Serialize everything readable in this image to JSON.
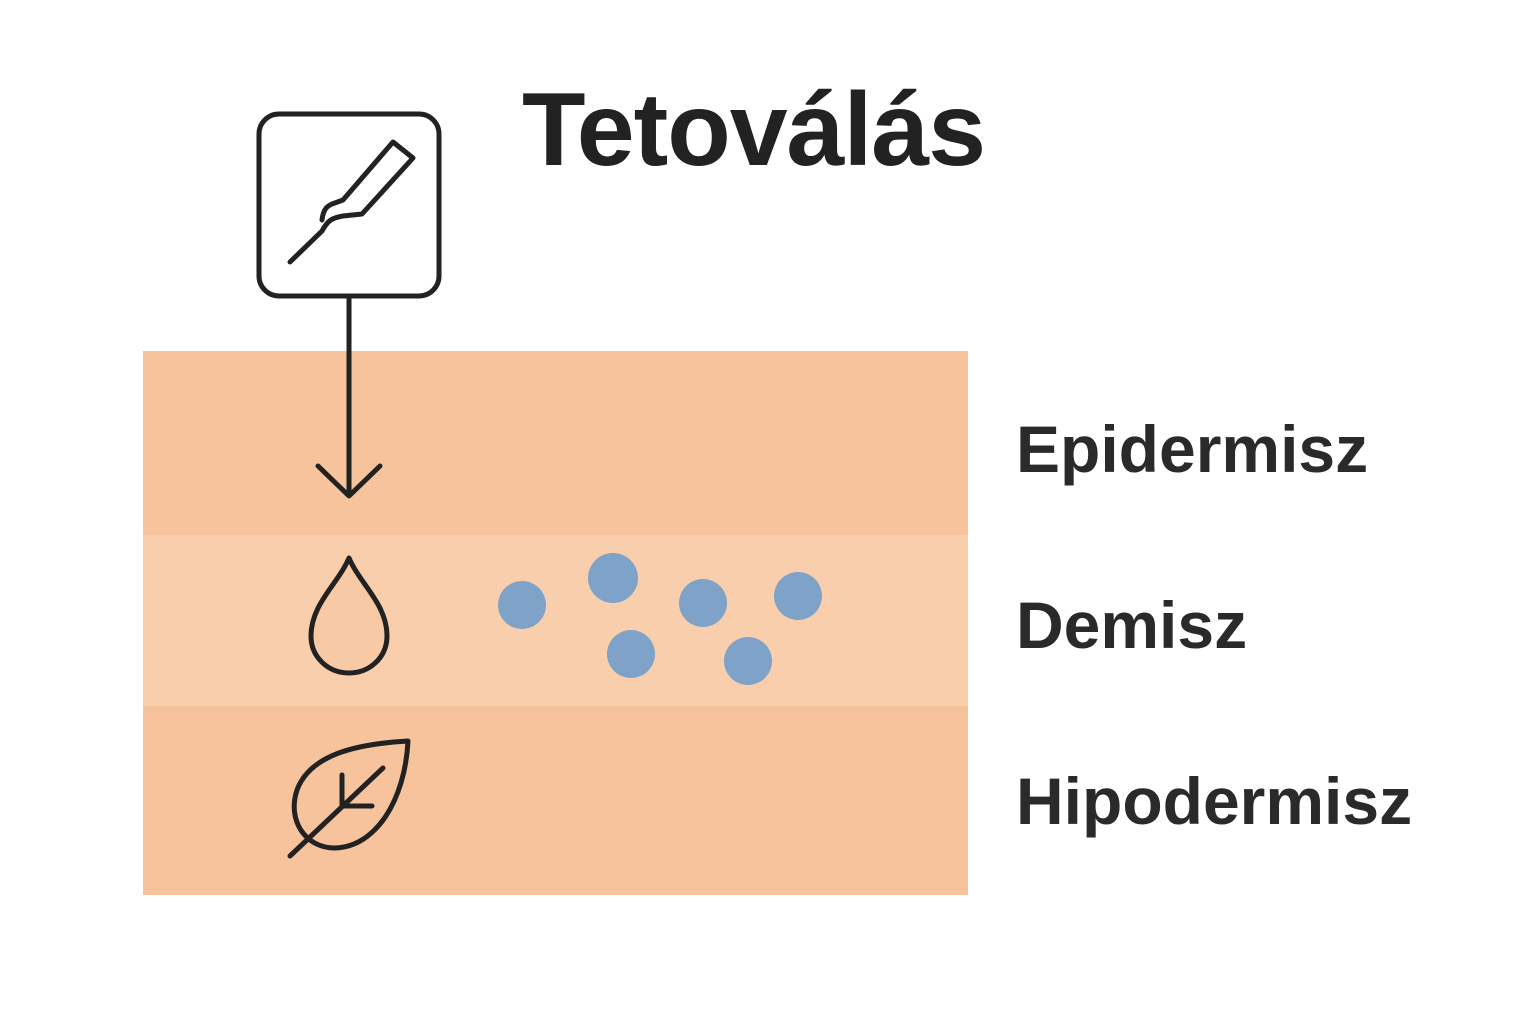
{
  "title": "Tetoválás",
  "layers": {
    "epidermis": {
      "label": "Epidermisz",
      "color": "#f7c39c"
    },
    "dermis": {
      "label": "Demisz",
      "color": "#f9ceac"
    },
    "hypodermis": {
      "label": "Hipodermisz",
      "color": "#f7c39c"
    }
  },
  "colors": {
    "ink": "#7ea2c8",
    "stroke": "#222222",
    "text": "#2a2a2a",
    "droplet_fill": "#f8c9a5"
  },
  "icons": {
    "needle_box": "tattoo-needle-icon",
    "arrow": "down-arrow-icon",
    "droplet": "droplet-icon",
    "leaf": "leaf-icon"
  }
}
